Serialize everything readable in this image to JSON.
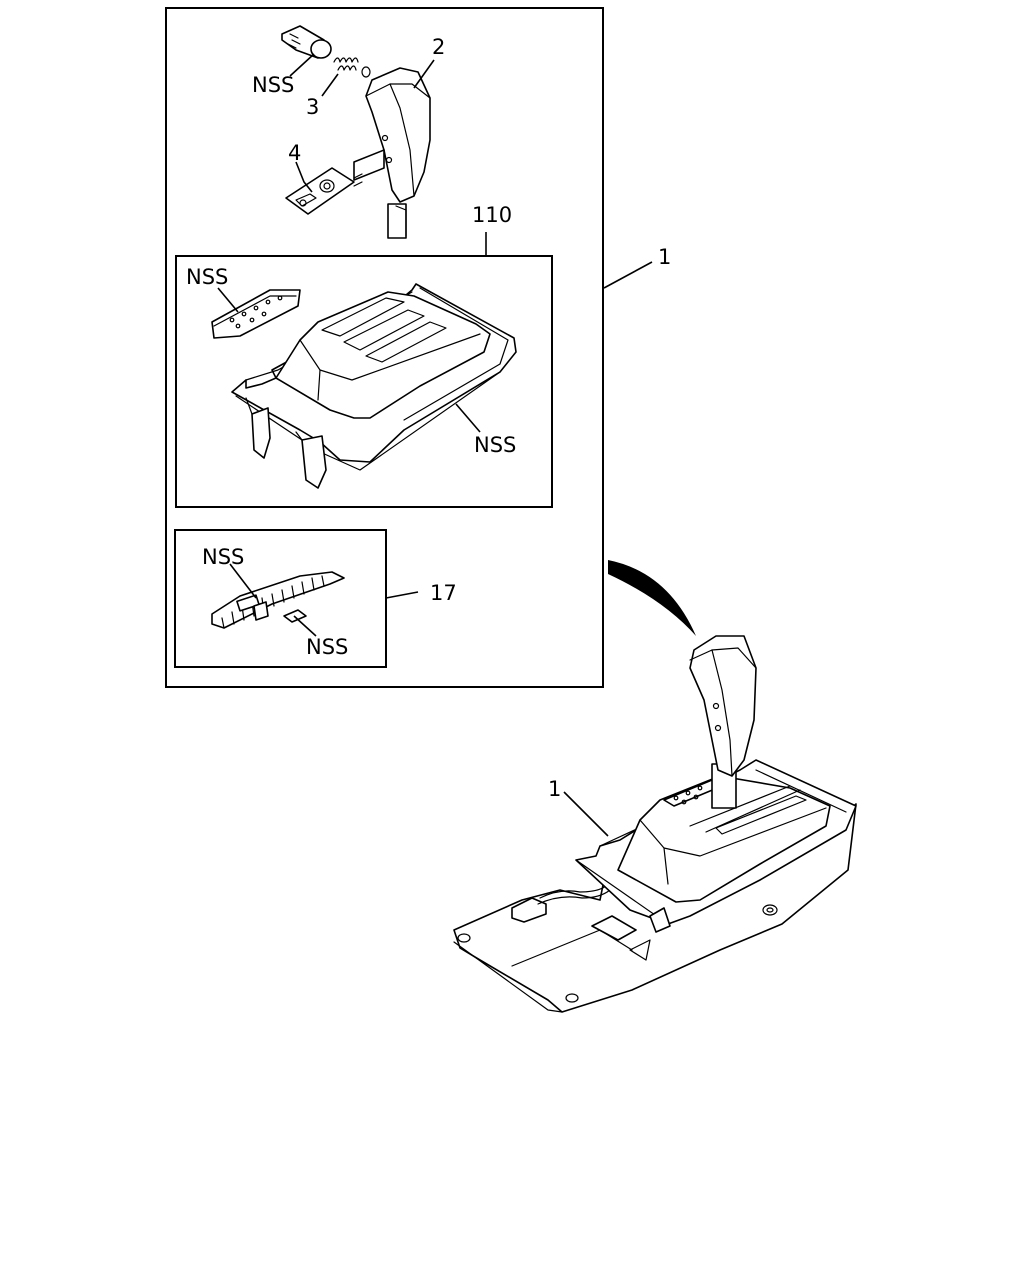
{
  "labels": {
    "nss_1": "NSS",
    "num_3": "3",
    "num_2": "2",
    "num_4": "4",
    "num_110": "110",
    "num_1_outer": "1",
    "nss_2": "NSS",
    "nss_3": "NSS",
    "nss_4": "NSS",
    "num_17": "17",
    "nss_5": "NSS",
    "num_1_assembly": "1"
  },
  "components": {
    "main_frame": "assembly-frame",
    "knob": "shift-knob",
    "spring": "spring",
    "button": "knob-button",
    "bolt_plate": "bolt-plate",
    "shift_cover": "shift-cover-tray",
    "indicator": "position-indicator",
    "slide_cover": "slide-cover",
    "assembly": "shift-lever-assembly",
    "arrow": "pointer-arrow"
  }
}
